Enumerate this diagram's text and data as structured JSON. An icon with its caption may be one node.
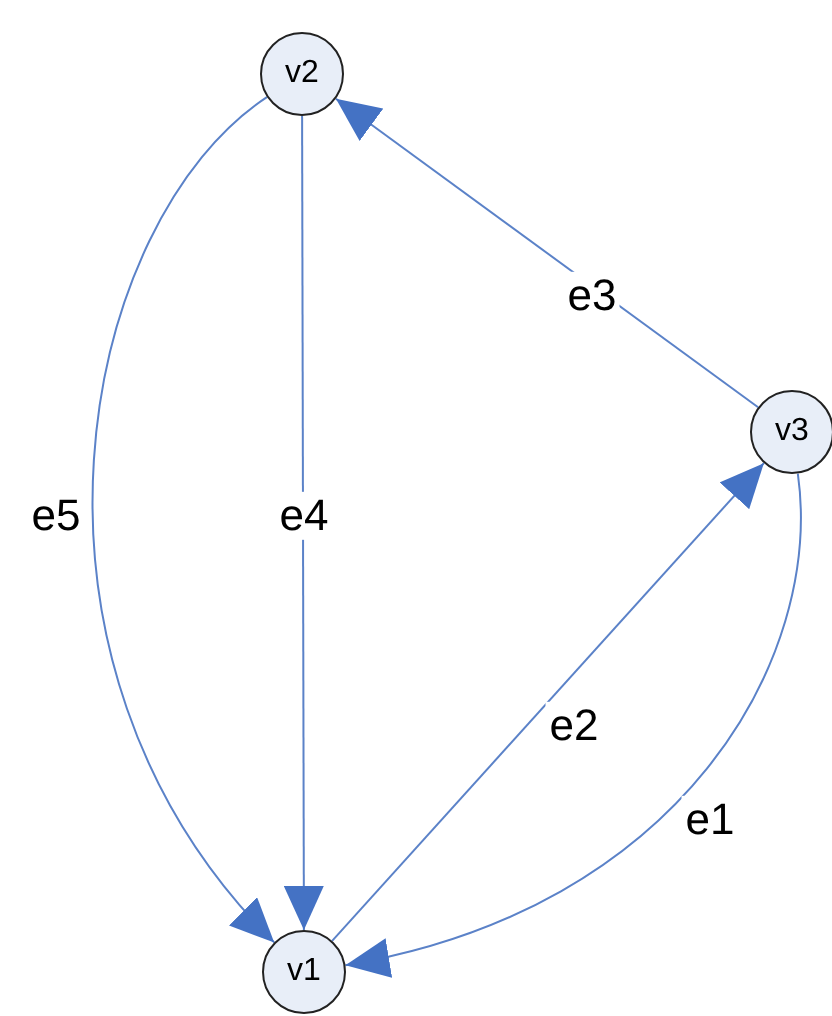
{
  "diagram": {
    "nodes": [
      {
        "text": [
          "v2"
        ]
      },
      {
        "text": [
          "v3"
        ]
      },
      {
        "text": [
          "v1"
        ]
      }
    ],
    "edges": [
      {
        "from": 1,
        "to": 2,
        "arrow": "to",
        "label": "e1"
      },
      {
        "from": 2,
        "to": 1,
        "arrow": "to",
        "label": "e2"
      },
      {
        "from": 1,
        "to": 0,
        "arrow": "to",
        "label": "e3"
      },
      {
        "from": 0,
        "to": 2,
        "arrow": "to",
        "label": "e4"
      },
      {
        "from": 0,
        "to": 2,
        "arrow": "to",
        "label": "e5"
      }
    ]
  }
}
